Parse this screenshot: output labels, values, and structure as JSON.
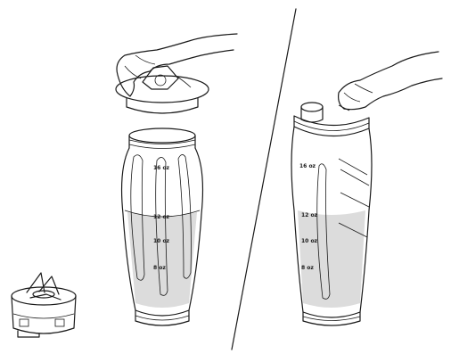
{
  "left_bottle": {
    "marks": [
      "16 oz",
      "12 oz",
      "10 oz",
      "8 oz"
    ]
  },
  "right_bottle": {
    "marks": [
      "16 oz",
      "12 oz",
      "10 oz",
      "8 oz"
    ]
  }
}
